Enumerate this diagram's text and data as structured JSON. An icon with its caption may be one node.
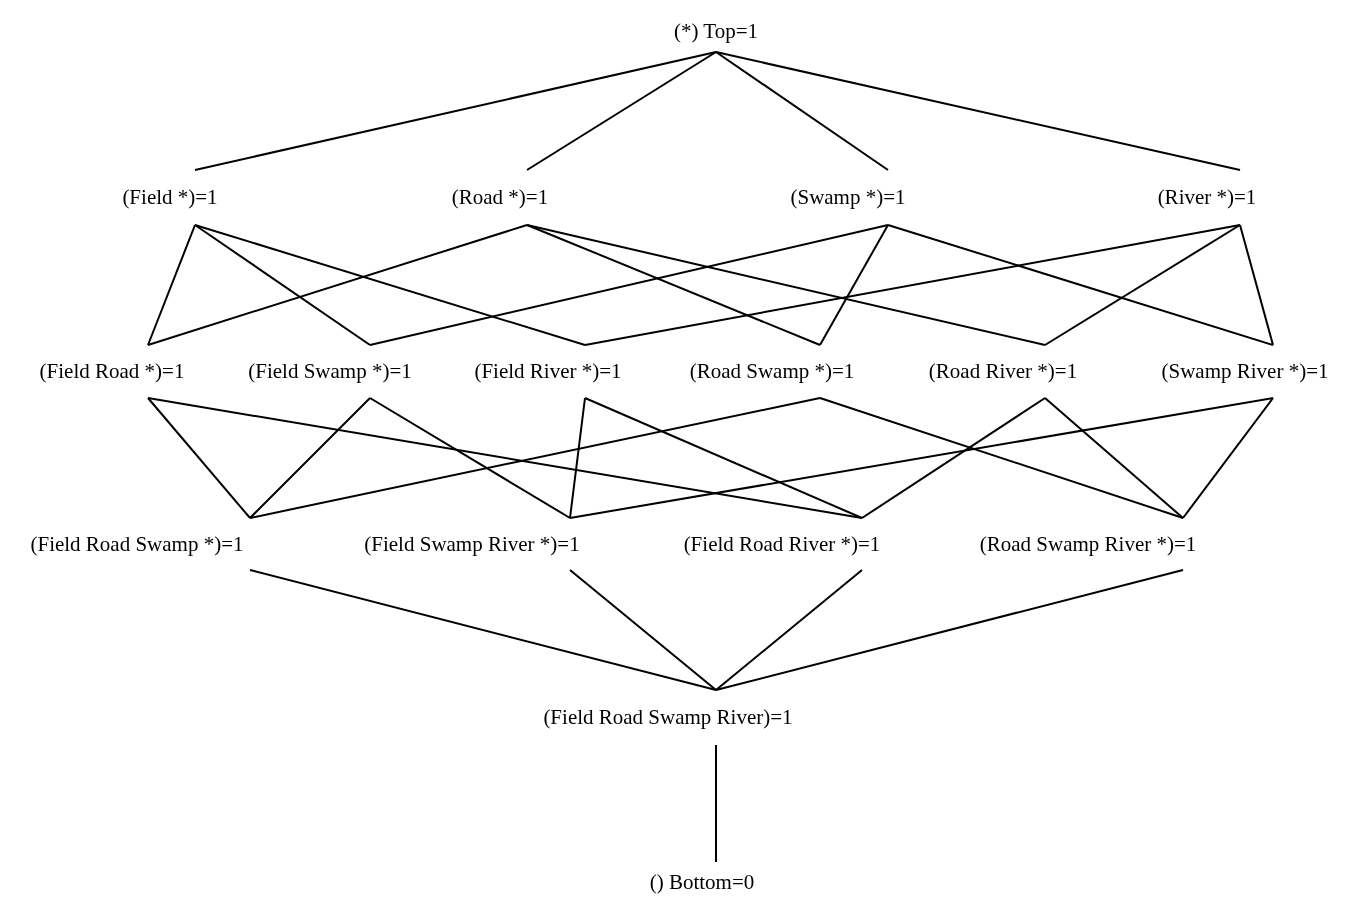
{
  "diagram": {
    "nodes": [
      {
        "text": [
          "(*) Top=1"
        ]
      },
      {
        "text": [
          "(Field *)=1"
        ]
      },
      {
        "text": [
          "(Road *)=1"
        ]
      },
      {
        "text": [
          "(Swamp *)=1"
        ]
      },
      {
        "text": [
          "(River *)=1"
        ]
      },
      {
        "text": [
          "(Field Road *)=1"
        ]
      },
      {
        "text": [
          "(Field Swamp *)=1"
        ]
      },
      {
        "text": [
          "(Field River *)=1"
        ]
      },
      {
        "text": [
          "(Road Swamp *)=1"
        ]
      },
      {
        "text": [
          "(Road River *)=1"
        ]
      },
      {
        "text": [
          "(Swamp River *)=1"
        ]
      },
      {
        "text": [
          "(Field Road Swamp *)=1"
        ]
      },
      {
        "text": [
          "(Field Swamp River *)=1"
        ]
      },
      {
        "text": [
          "(Field Road River *)=1"
        ]
      },
      {
        "text": [
          "(Road Swamp River *)=1"
        ]
      },
      {
        "text": [
          "(Field Road Swamp River)=1"
        ]
      },
      {
        "text": [
          "() Bottom=0"
        ]
      }
    ],
    "edges": [
      {
        "from": 0,
        "to": 1,
        "arrow": "none"
      },
      {
        "from": 0,
        "to": 2,
        "arrow": "none"
      },
      {
        "from": 0,
        "to": 3,
        "arrow": "none"
      },
      {
        "from": 0,
        "to": 4,
        "arrow": "none"
      },
      {
        "from": 1,
        "to": 5,
        "arrow": "none"
      },
      {
        "from": 1,
        "to": 6,
        "arrow": "none"
      },
      {
        "from": 1,
        "to": 7,
        "arrow": "none"
      },
      {
        "from": 2,
        "to": 5,
        "arrow": "none"
      },
      {
        "from": 2,
        "to": 8,
        "arrow": "none"
      },
      {
        "from": 2,
        "to": 9,
        "arrow": "none"
      },
      {
        "from": 3,
        "to": 6,
        "arrow": "none"
      },
      {
        "from": 3,
        "to": 8,
        "arrow": "none"
      },
      {
        "from": 3,
        "to": 10,
        "arrow": "none"
      },
      {
        "from": 4,
        "to": 7,
        "arrow": "none"
      },
      {
        "from": 4,
        "to": 9,
        "arrow": "none"
      },
      {
        "from": 4,
        "to": 10,
        "arrow": "none"
      },
      {
        "from": 5,
        "to": 11,
        "arrow": "none"
      },
      {
        "from": 6,
        "to": 11,
        "arrow": "none"
      },
      {
        "from": 8,
        "to": 11,
        "arrow": "none"
      },
      {
        "from": 6,
        "to": 12,
        "arrow": "none"
      },
      {
        "from": 7,
        "to": 12,
        "arrow": "none"
      },
      {
        "from": 10,
        "to": 12,
        "arrow": "none"
      },
      {
        "from": 5,
        "to": 13,
        "arrow": "none"
      },
      {
        "from": 7,
        "to": 13,
        "arrow": "none"
      },
      {
        "from": 9,
        "to": 13,
        "arrow": "none"
      },
      {
        "from": 8,
        "to": 14,
        "arrow": "none"
      },
      {
        "from": 9,
        "to": 14,
        "arrow": "none"
      },
      {
        "from": 10,
        "to": 14,
        "arrow": "none"
      },
      {
        "from": 11,
        "to": 15,
        "arrow": "none"
      },
      {
        "from": 12,
        "to": 15,
        "arrow": "none"
      },
      {
        "from": 13,
        "to": 15,
        "arrow": "none"
      },
      {
        "from": 14,
        "to": 15,
        "arrow": "none"
      },
      {
        "from": 15,
        "to": 16,
        "arrow": "none"
      }
    ]
  }
}
